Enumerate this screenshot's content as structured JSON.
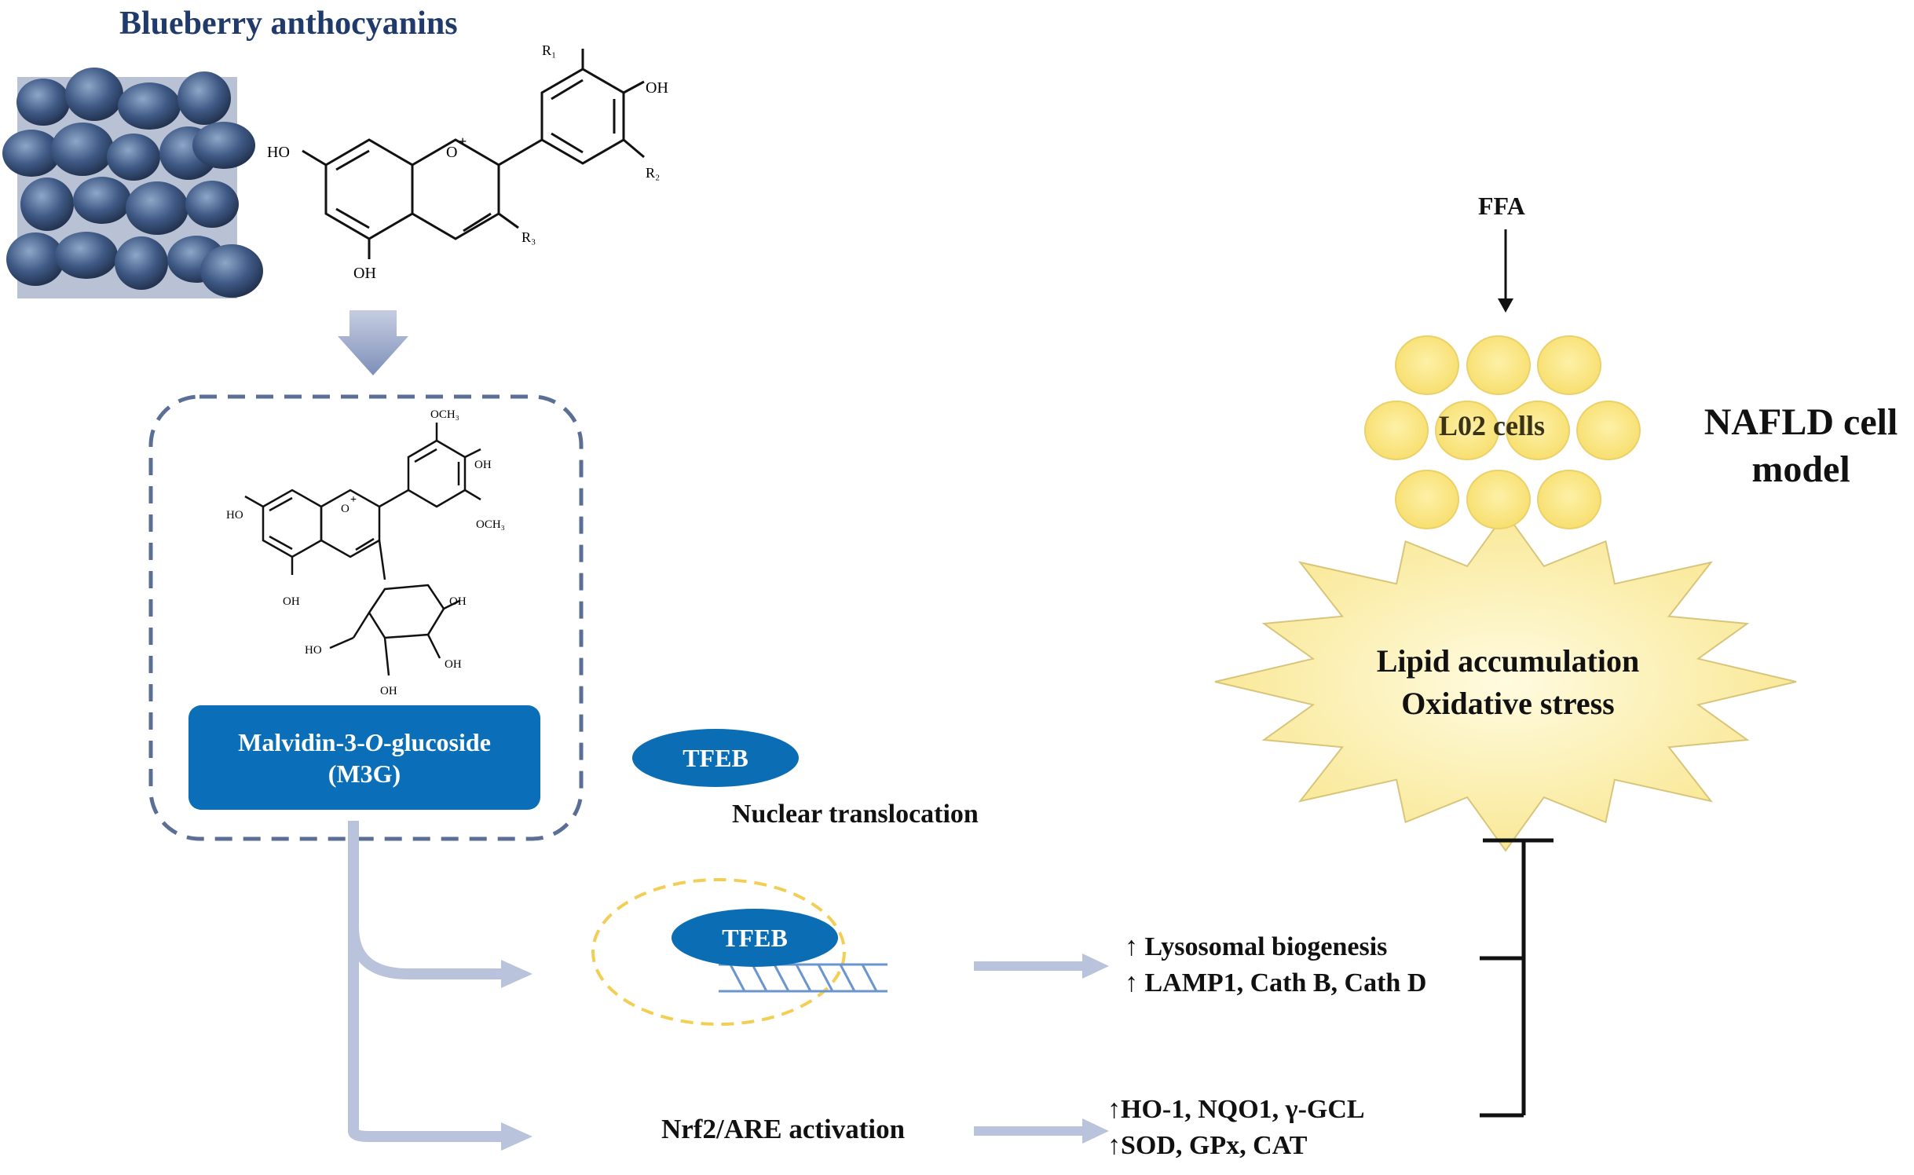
{
  "title": "Blueberry anthocyanins",
  "structure_top": {
    "r1": "R₁",
    "oh_right": "OH",
    "r2": "R₂",
    "ho_left": "HO",
    "o_plus": "O",
    "r3": "R₃",
    "oh_bottom": "OH"
  },
  "structure_m3g": {
    "och3_top": "OCH₃",
    "oh_ring": "OH",
    "och3_right": "OCH₃",
    "ho_left": "HO",
    "o_plus": "O",
    "oh_bottom": "OH",
    "sugar_oh1": "OH",
    "sugar_ho": "HO",
    "sugar_oh2": "OH",
    "sugar_oh3": "OH"
  },
  "m3g_label_line1": "Malvidin-3-",
  "m3g_label_italic": "O",
  "m3g_label_line1_end": "-glucoside",
  "m3g_label_line2": "(M3G)",
  "tfeb_label": "TFEB",
  "nuclear_translocation": "Nuclear translocation",
  "tfeb_bound_label": "TFEB",
  "nrf2": "Nrf2/ARE activation",
  "lysosomal_line1": "↑ Lysosomal biogenesis",
  "lysosomal_line2": "↑ LAMP1, Cath B, Cath D",
  "antiox_line1": "↑HO-1, NQO1, γ-GCL",
  "antiox_line2": "↑SOD, GPx, CAT",
  "ffa": "FFA",
  "cells_label": "L02 cells",
  "model_line1": "NAFLD cell",
  "model_line2": "model",
  "stress_line1": "Lipid accumulation",
  "stress_line2": "Oxidative stress",
  "colors": {
    "title": "#1f3a6b",
    "pill": "#0a6fb8",
    "arrow": "#b9c3dc",
    "dashed": "#5b6f96",
    "cell": "#fbe98a",
    "burst": "#fdf3b0",
    "inhibit": "#111111"
  }
}
